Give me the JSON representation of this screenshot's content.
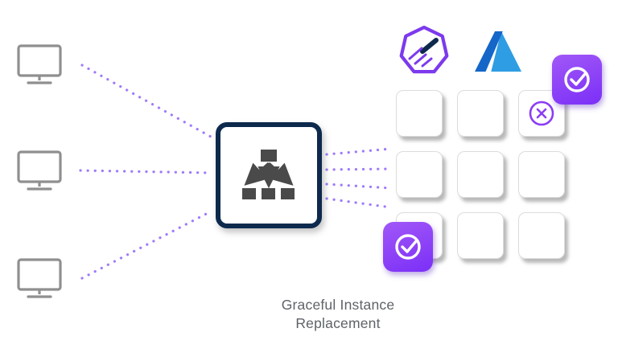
{
  "caption": {
    "line1": "Graceful Instance",
    "line2": "Replacement"
  },
  "colors": {
    "accent_purple": "#7c3aed",
    "badge_gradient_start": "#a158f7",
    "badge_gradient_end": "#7b2ff7",
    "connector_purple": "#9f7bfa",
    "box_border_navy": "#0d2a4d",
    "hierarchy_icon_gray": "#4a4a4a",
    "monitor_gray": "#8f8f8f",
    "cell_border_gray": "#dcdcdc",
    "caption_gray": "#5f6368",
    "azure_blue_dark": "#1467c8",
    "azure_blue_light": "#2f9de3"
  },
  "icons": {
    "clients": [
      "monitor-icon",
      "monitor-icon",
      "monitor-icon"
    ],
    "center_box": "load-balancer-hierarchy-icon",
    "logos": [
      "heptagon-comet-logo",
      "azure-logo"
    ],
    "badges": [
      "check-circle-badge",
      "check-circle-badge"
    ],
    "removing_instance": "x-circle-icon"
  },
  "grid": {
    "rows": 3,
    "cols": 3
  }
}
